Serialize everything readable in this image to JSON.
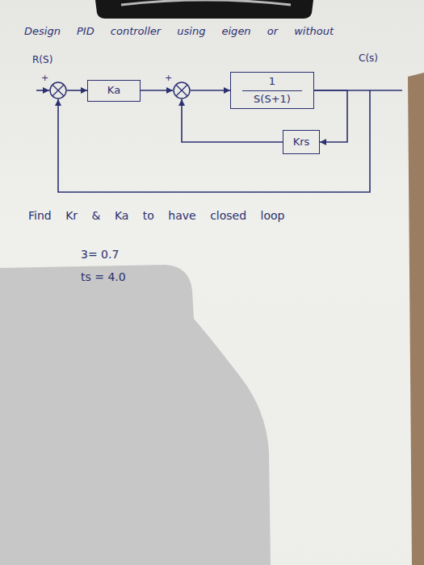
{
  "diagram": {
    "title": "Design PID controller using eigen or without",
    "nodes": [
      {
        "text": [
          "+"
        ]
      },
      {
        "text": [
          "Ka"
        ]
      },
      {
        "text": [
          "+"
        ]
      },
      {
        "text": [
          "1",
          "S(S+1)"
        ]
      },
      {
        "text": [
          "Krs"
        ]
      }
    ],
    "edges": [
      {
        "from": 0,
        "to": 1,
        "arrow": "to"
      },
      {
        "from": 1,
        "to": 2,
        "arrow": "to"
      },
      {
        "from": 2,
        "to": 3,
        "arrow": "to"
      },
      {
        "from": 3,
        "to": 4,
        "arrow": "to"
      },
      {
        "from": 4,
        "to": 2,
        "arrow": "to"
      },
      {
        "from": 3,
        "to": 0,
        "arrow": "to"
      }
    ],
    "labels": [
      "R(S)",
      "C(s)",
      "Find Kr & Ka to have closed loop",
      "3= 0.7",
      "ts = 4.0"
    ]
  }
}
